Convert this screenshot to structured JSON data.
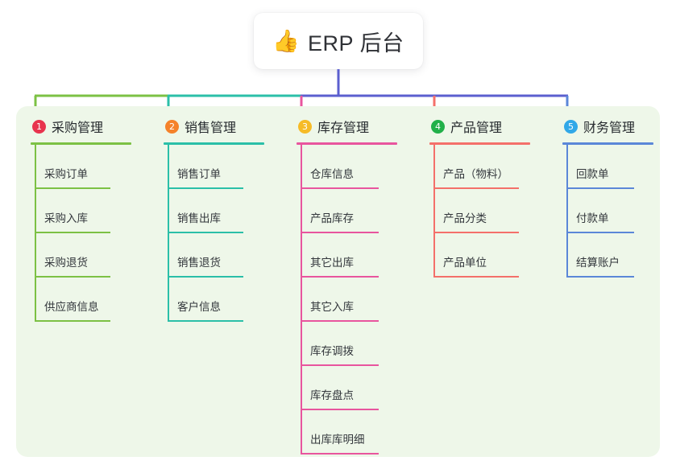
{
  "title": {
    "emoji": "👍",
    "emoji_name": "thumbs-up-icon",
    "text": "ERP 后台"
  },
  "palette": {
    "panel_bg": "#eef7e9",
    "page_bg": "#ffffff",
    "col1_accent": "#7cc144",
    "col2_accent": "#2bbfa8",
    "col3_accent": "#e8559e",
    "col4_accent": "#f4706a",
    "col5_accent": "#5b87d8",
    "root_stem": "#5b5fcf",
    "badge1": "#e8344e",
    "badge2": "#f5822a",
    "badge3": "#f6bb27",
    "badge4": "#22b04a",
    "badge5": "#31a8e8"
  },
  "columns": [
    {
      "index": "1",
      "badge": "1",
      "badge_color": "#e8344e",
      "accent": "#7cc144",
      "title": "采购管理",
      "items": [
        {
          "label": "采购订单"
        },
        {
          "label": "采购入库"
        },
        {
          "label": "采购退货"
        },
        {
          "label": "供应商信息"
        }
      ]
    },
    {
      "index": "2",
      "badge": "2",
      "badge_color": "#f5822a",
      "accent": "#2bbfa8",
      "title": "销售管理",
      "items": [
        {
          "label": "销售订单"
        },
        {
          "label": "销售出库"
        },
        {
          "label": "销售退货"
        },
        {
          "label": "客户信息"
        }
      ]
    },
    {
      "index": "3",
      "badge": "3",
      "badge_color": "#f6bb27",
      "accent": "#e8559e",
      "title": "库存管理",
      "items": [
        {
          "label": "仓库信息"
        },
        {
          "label": "产品库存"
        },
        {
          "label": "其它出库"
        },
        {
          "label": "其它入库"
        },
        {
          "label": "库存调拨"
        },
        {
          "label": "库存盘点"
        },
        {
          "label": "出库库明细"
        }
      ]
    },
    {
      "index": "4",
      "badge": "4",
      "badge_color": "#22b04a",
      "accent": "#f4706a",
      "title": "产品管理",
      "items": [
        {
          "label": "产品（物料）"
        },
        {
          "label": "产品分类"
        },
        {
          "label": "产品单位"
        }
      ]
    },
    {
      "index": "5",
      "badge": "5",
      "badge_color": "#31a8e8",
      "accent": "#5b87d8",
      "title": "财务管理",
      "items": [
        {
          "label": "回款单"
        },
        {
          "label": "付款单"
        },
        {
          "label": "结算账户"
        }
      ]
    }
  ]
}
